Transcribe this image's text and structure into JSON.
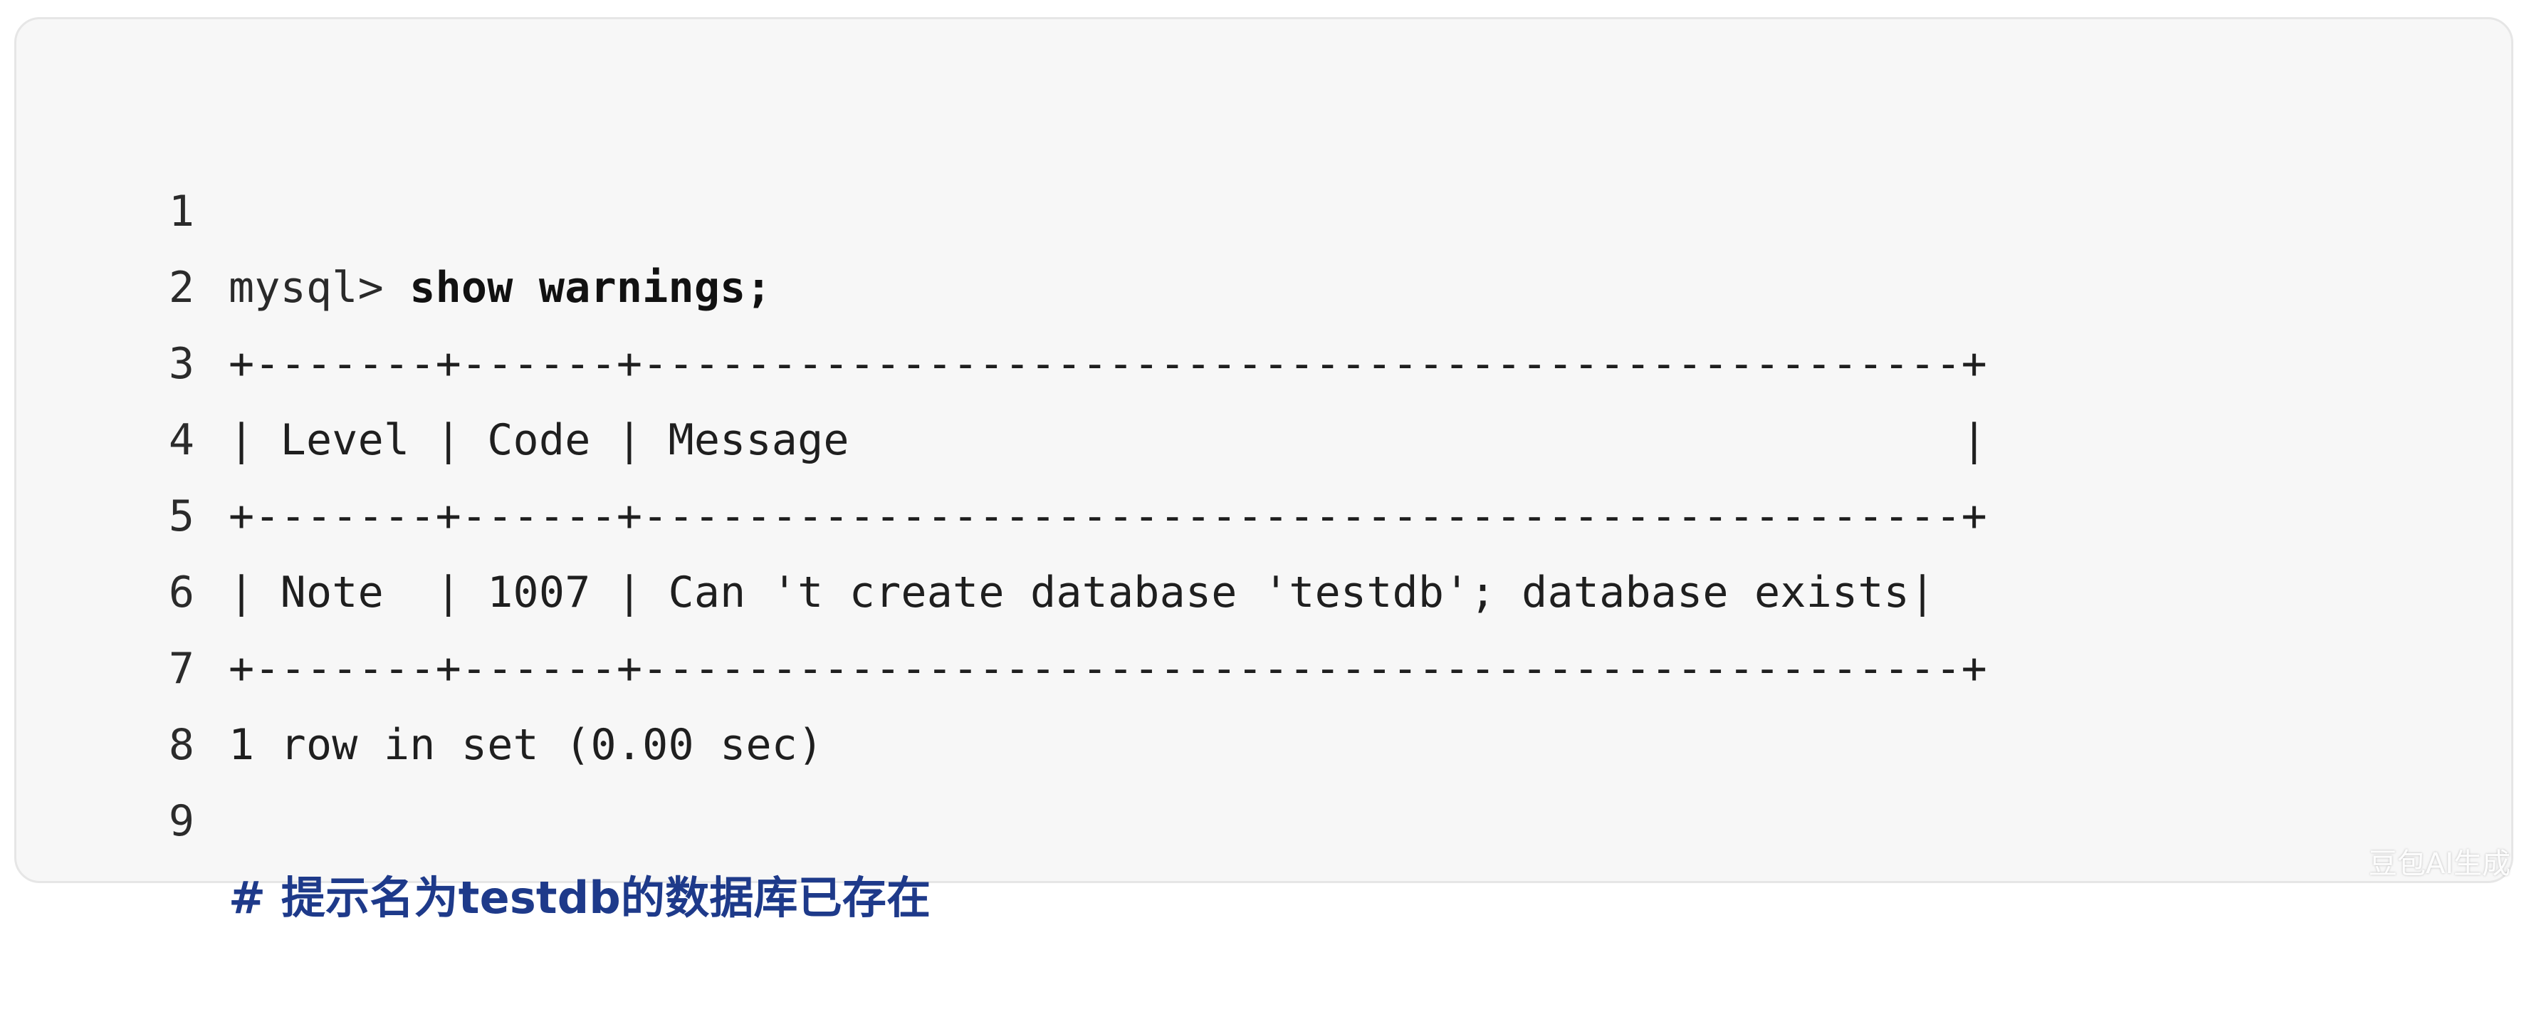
{
  "code": {
    "lines": [
      {
        "n": "1",
        "prompt": "mysql> ",
        "cmd": "show warnings;"
      },
      {
        "n": "2",
        "text": "+-------+------+---------------------------------------------------+"
      },
      {
        "n": "3",
        "text": "| Level | Code | Message                                           |"
      },
      {
        "n": "4",
        "text": "+-------+------+---------------------------------------------------+"
      },
      {
        "n": "5",
        "text": "| Note  | 1007 | Can 't create database 'testdb'; database exists|"
      },
      {
        "n": "6",
        "text": "+-------+------+---------------------------------------------------+"
      },
      {
        "n": "7",
        "text": "1 row in set (0.00 sec)"
      },
      {
        "n": "8",
        "text": ""
      },
      {
        "n": "9",
        "comment": "# 提示名为testdb的数据库已存在"
      }
    ]
  },
  "watermark": "豆包AI生成",
  "colors": {
    "background": "#f7f7f7",
    "border": "#e6e6e6",
    "comment": "#1e3a8a"
  }
}
